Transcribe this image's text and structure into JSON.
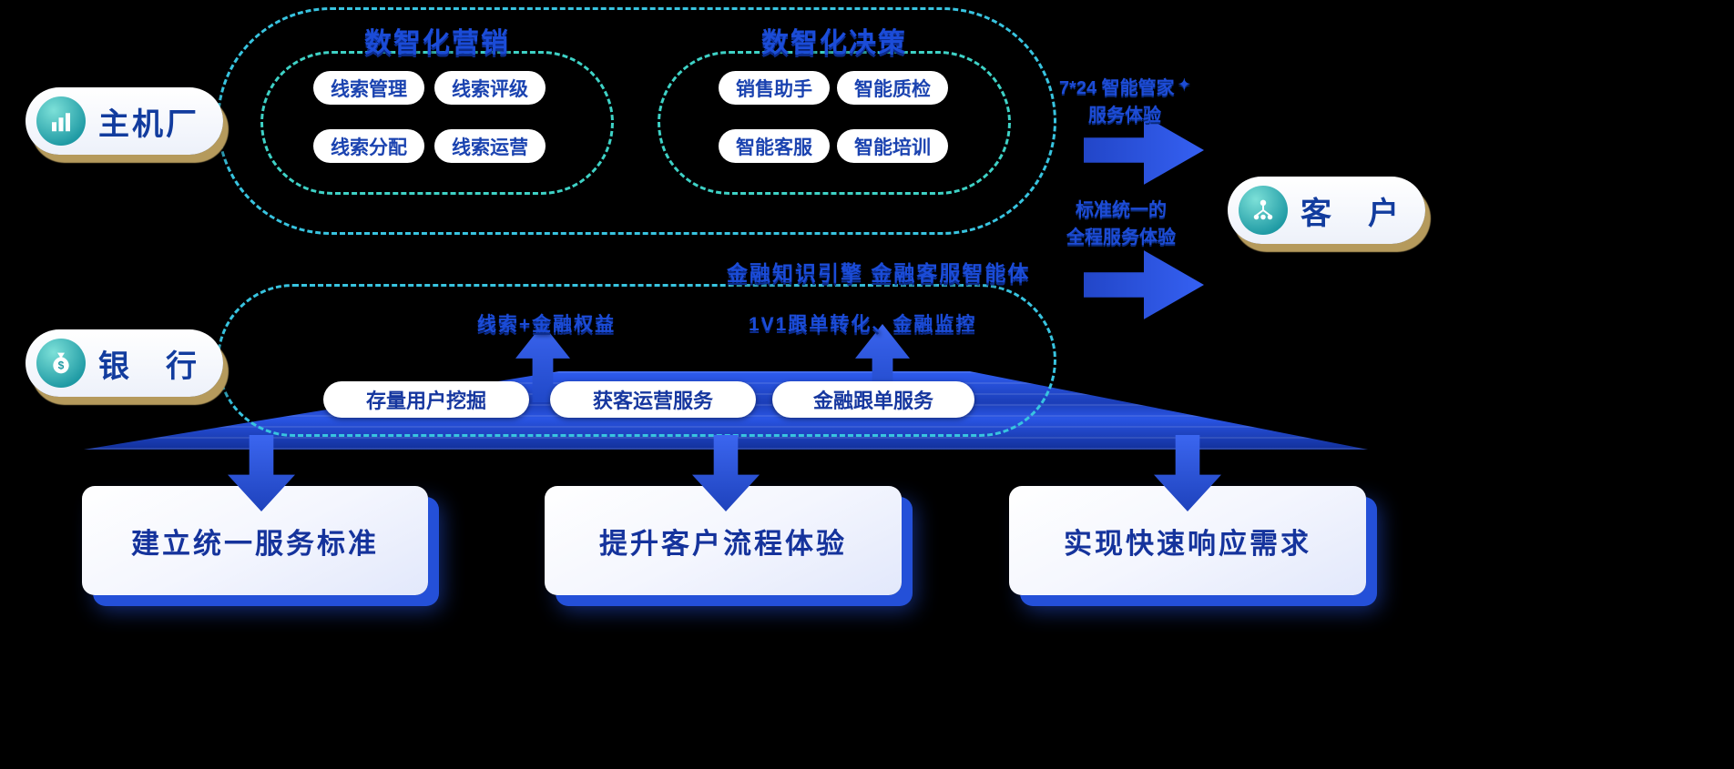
{
  "theme": {
    "background": "#000000",
    "dash_cyan": "#38c4e0",
    "dash_teal": "#3ed2c6",
    "headline_blue": "#1b4cd8",
    "pill_text_blue": "#16379f",
    "arrow_blue": "#2b57e6",
    "icon_teal": "#2fb0b0",
    "actor_shadow_tan": "#b59a5c"
  },
  "actors": {
    "oem": {
      "label": "主机厂"
    },
    "bank": {
      "label": "银　行"
    },
    "customer": {
      "label": "客　户"
    }
  },
  "marketing": {
    "title": "数智化营销",
    "items": [
      "线索管理",
      "线索评级",
      "线索分配",
      "线索运营"
    ]
  },
  "decision": {
    "title": "数智化决策",
    "items": [
      "销售助手",
      "智能质检",
      "智能客服",
      "智能培训"
    ]
  },
  "engine": {
    "label": "金融知识引擎  金融客服智能体"
  },
  "bank_zone": {
    "label_left": "线索+金融权益",
    "label_right": "1V1跟单转化、金融监控",
    "pills": [
      "存量用户挖掘",
      "获客运营服务",
      "金融跟单服务"
    ]
  },
  "right_arrows": {
    "top_line1": "7*24 智能管家",
    "sparkle": "✦",
    "top_line2": "服务体验",
    "bottom_line1": "标准统一的",
    "bottom_line2": "全程服务体验"
  },
  "goals": [
    "建立统一服务标准",
    "提升客户流程体验",
    "实现快速响应需求"
  ]
}
